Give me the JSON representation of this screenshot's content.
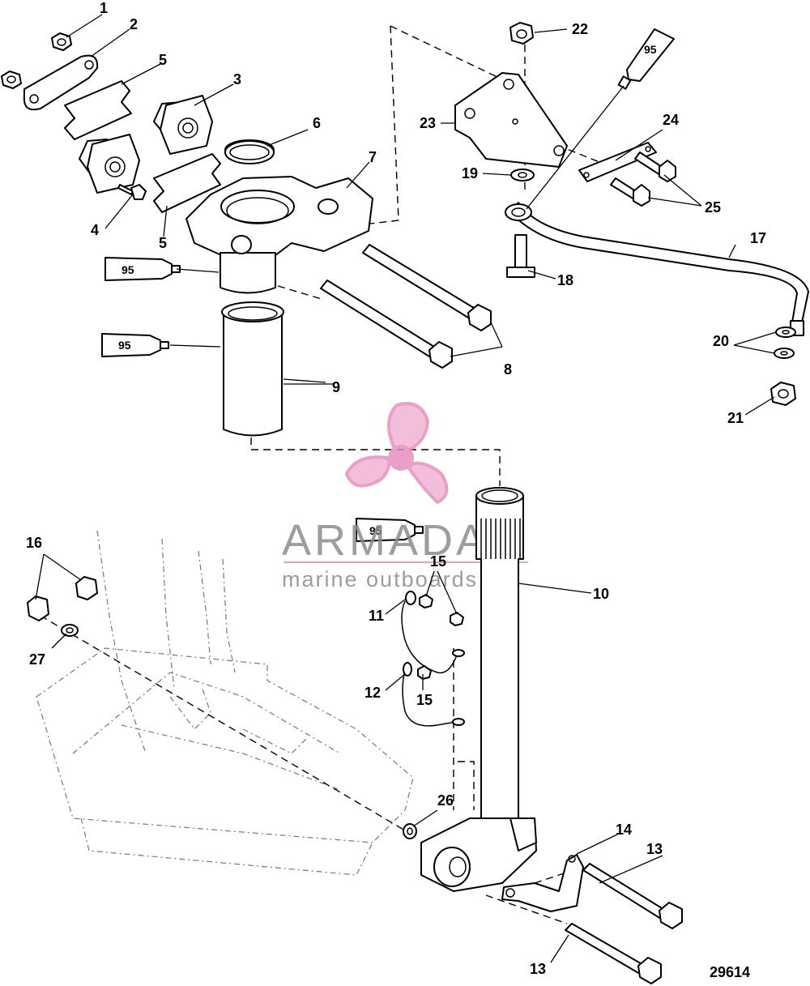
{
  "callouts": [
    "1",
    "2",
    "3",
    "4",
    "5",
    "5",
    "6",
    "7",
    "8",
    "9",
    "10",
    "11",
    "12",
    "13",
    "13",
    "14",
    "15",
    "15",
    "16",
    "17",
    "18",
    "19",
    "20",
    "21",
    "22",
    "23",
    "24",
    "25",
    "26",
    "27"
  ],
  "sealant_label": "95",
  "figure_number": "29614",
  "watermark": {
    "brand": "ARMADA",
    "tagline": "marine outboards",
    "color_pink": "#e68fbe",
    "color_gray": "#8c8c8c"
  }
}
